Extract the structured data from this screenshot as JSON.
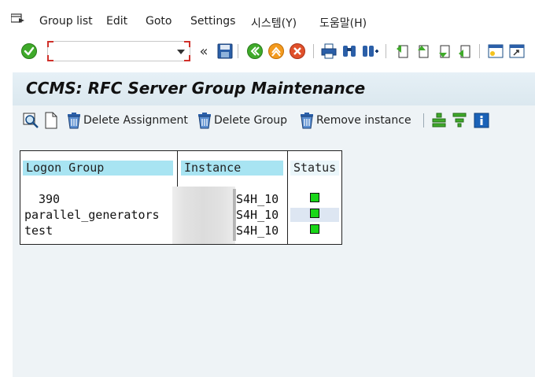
{
  "menu": {
    "items": [
      {
        "label": "Group list"
      },
      {
        "label": "Edit"
      },
      {
        "label": "Goto"
      },
      {
        "label": "Settings"
      },
      {
        "label": "시스템(Y)"
      },
      {
        "label": "도움말(H)"
      }
    ]
  },
  "toolbar": {
    "command_field": {
      "value": ""
    },
    "back_glyph": "«"
  },
  "page": {
    "title": "CCMS: RFC Server Group Maintenance"
  },
  "app_toolbar": {
    "delete_assignment": "Delete Assignment",
    "delete_group": "Delete Group",
    "remove_instance": "Remove instance"
  },
  "table": {
    "headers": [
      "Logon Group",
      "Instance",
      "Status"
    ],
    "rows": [
      {
        "group": "390",
        "instance": "S4H_10",
        "status": "green"
      },
      {
        "group": "parallel_generators",
        "instance": "S4H_10",
        "status": "green"
      },
      {
        "group": "test",
        "instance": "S4H_10",
        "status": "green"
      }
    ]
  },
  "colors": {
    "status_green": "#19d619",
    "header_bg": "#a8e4f2",
    "content_bg": "#eef3f6"
  }
}
